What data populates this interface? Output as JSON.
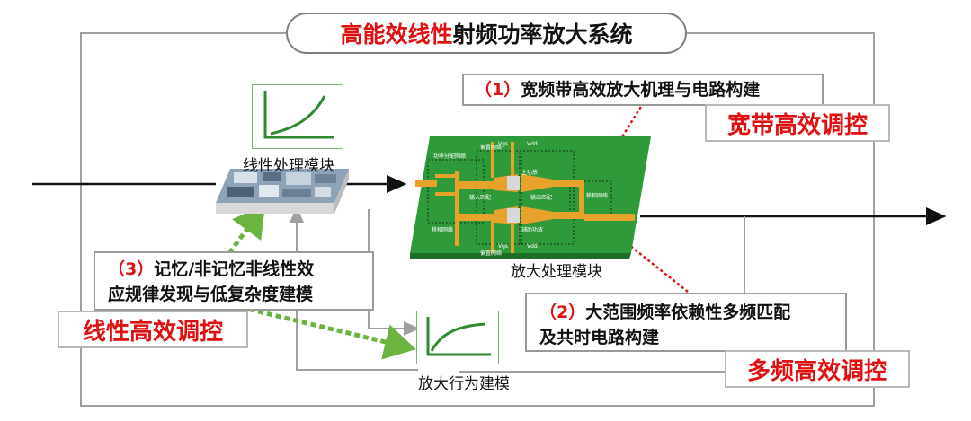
{
  "title": {
    "highlight": "高能效线性",
    "rest": "射频功率放大系统"
  },
  "modules": {
    "linear": "线性处理模块",
    "amplifier": "放大处理模块",
    "behavior": "放大行为建模"
  },
  "research": {
    "r1": {
      "num": "（1）",
      "text": "宽频带高效放大机理与电路构建"
    },
    "r2": {
      "num": "（2）",
      "line1": "大范围频率依赖性多频匹配",
      "line2": "及共时电路构建"
    },
    "r3": {
      "num": "（3）",
      "line1": "记忆/非记忆非线性效",
      "line2": "应规律发现与低复杂度建模"
    }
  },
  "controls": {
    "wideband": "宽带高效调控",
    "linear": "线性高效调控",
    "multiband": "多频高效调控"
  },
  "pcb_labels": {
    "power_split": "功率分配网络",
    "bias_top": "偏置网络",
    "bias_bottom": "偏置网络",
    "input_match": "输入匹配",
    "output_match": "输出匹配",
    "phase_left": "移相网络",
    "phase_right": "移相网络",
    "main": "主功放",
    "aux": "辅助功放",
    "vgs_top": "Vgs",
    "vdd_top": "Vdd",
    "vgs_bottom": "Vgs",
    "vdd_bottom": "Vdd"
  },
  "colors": {
    "red": "#e01010",
    "pcb": "#2f9a3a",
    "trace": "#e6a22a",
    "gray": "#a0a0a0",
    "green_arrow": "#6db33f"
  }
}
